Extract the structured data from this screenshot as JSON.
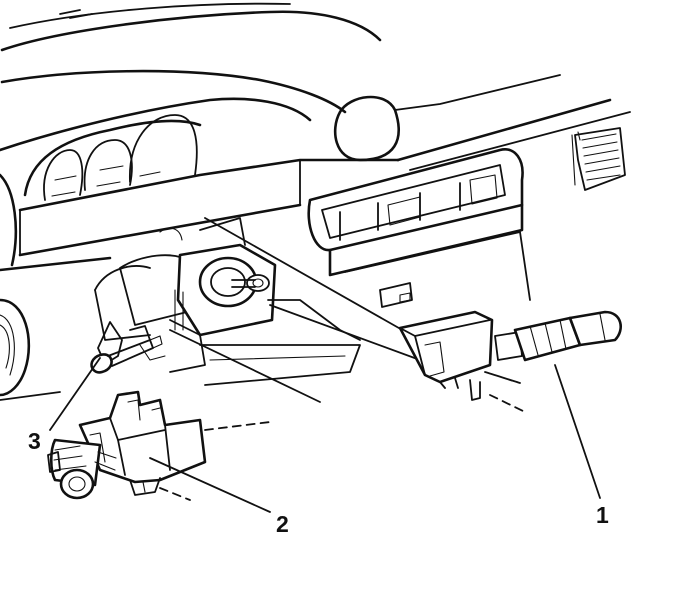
{
  "callouts": [
    {
      "id": "1",
      "label": "1"
    },
    {
      "id": "2",
      "label": "2"
    },
    {
      "id": "3",
      "label": "3"
    }
  ],
  "colors": {
    "ink": "#111111",
    "background": "#ffffff"
  }
}
